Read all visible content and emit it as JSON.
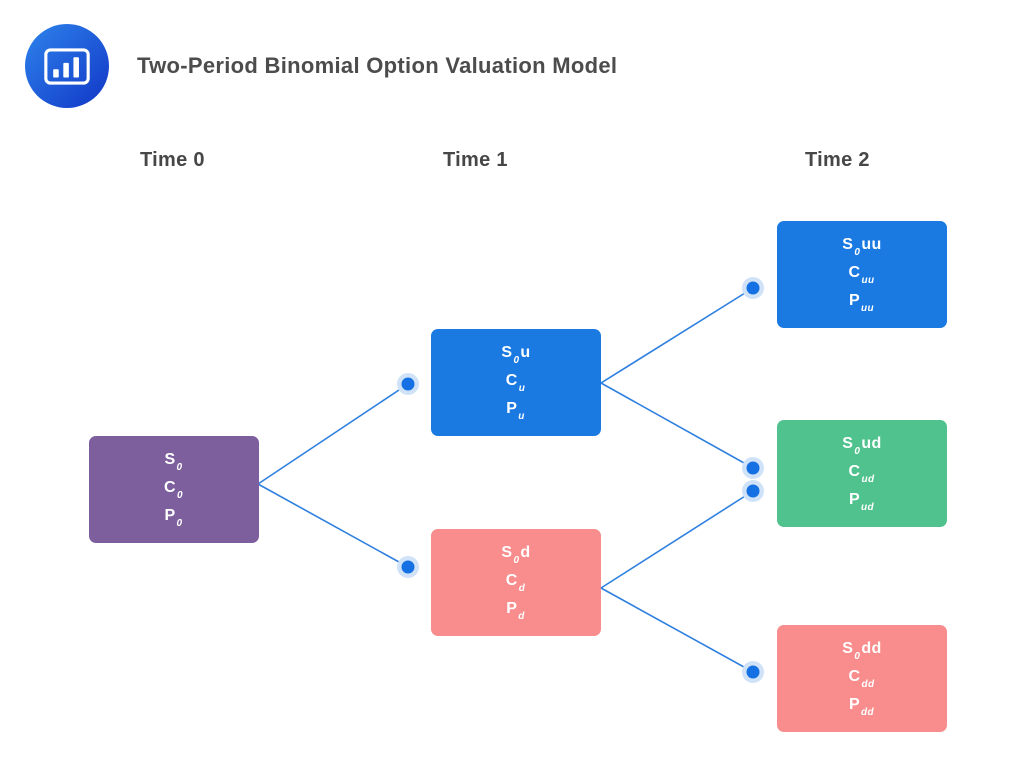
{
  "header": {
    "title": "Two-Period Binomial Option Valuation Model",
    "logo_icon": "bar-chart-icon"
  },
  "columns": [
    {
      "label": "Time 0"
    },
    {
      "label": "Time 1"
    },
    {
      "label": "Time 2"
    }
  ],
  "colors": {
    "blue": "#1a7ae2",
    "purple": "#7d5f9e",
    "pink": "#f98c8c",
    "green": "#50c28e",
    "connector": "#2f80df",
    "dot_fill": "#1571e3",
    "dot_halo": "#cfe2f7",
    "title_text": "#4c4c4c",
    "label_text": "#474747",
    "node_text": "#ffffff",
    "logo_top": "#2e84ec",
    "logo_bottom": "#1136c6"
  },
  "diagram": {
    "nodes": [
      {
        "id": "s0",
        "time": 0,
        "color_key": "purple",
        "rows": [
          {
            "main": "S",
            "sub": "0",
            "tail": ""
          },
          {
            "main": "C",
            "sub": "0",
            "tail": ""
          },
          {
            "main": "P",
            "sub": "0",
            "tail": ""
          }
        ]
      },
      {
        "id": "su",
        "time": 1,
        "color_key": "blue",
        "rows": [
          {
            "main": "S",
            "sub": "0",
            "tail": "u"
          },
          {
            "main": "C",
            "sub": "u",
            "tail": ""
          },
          {
            "main": "P",
            "sub": "u",
            "tail": ""
          }
        ]
      },
      {
        "id": "sd",
        "time": 1,
        "color_key": "pink",
        "rows": [
          {
            "main": "S",
            "sub": "0",
            "tail": "d"
          },
          {
            "main": "C",
            "sub": "d",
            "tail": ""
          },
          {
            "main": "P",
            "sub": "d",
            "tail": ""
          }
        ]
      },
      {
        "id": "suu",
        "time": 2,
        "color_key": "blue",
        "rows": [
          {
            "main": "S",
            "sub": "0",
            "tail": "uu"
          },
          {
            "main": "C",
            "sub": "uu",
            "tail": ""
          },
          {
            "main": "P",
            "sub": "uu",
            "tail": ""
          }
        ]
      },
      {
        "id": "sud",
        "time": 2,
        "color_key": "green",
        "rows": [
          {
            "main": "S",
            "sub": "0",
            "tail": "ud"
          },
          {
            "main": "C",
            "sub": "ud",
            "tail": ""
          },
          {
            "main": "P",
            "sub": "ud",
            "tail": ""
          }
        ]
      },
      {
        "id": "sdd",
        "time": 2,
        "color_key": "pink",
        "rows": [
          {
            "main": "S",
            "sub": "0",
            "tail": "dd"
          },
          {
            "main": "C",
            "sub": "dd",
            "tail": ""
          },
          {
            "main": "P",
            "sub": "dd",
            "tail": ""
          }
        ]
      }
    ],
    "edges": [
      {
        "from": "s0",
        "to": "su"
      },
      {
        "from": "s0",
        "to": "sd"
      },
      {
        "from": "su",
        "to": "suu"
      },
      {
        "from": "su",
        "to": "sud"
      },
      {
        "from": "sd",
        "to": "sud"
      },
      {
        "from": "sd",
        "to": "sdd"
      }
    ]
  }
}
